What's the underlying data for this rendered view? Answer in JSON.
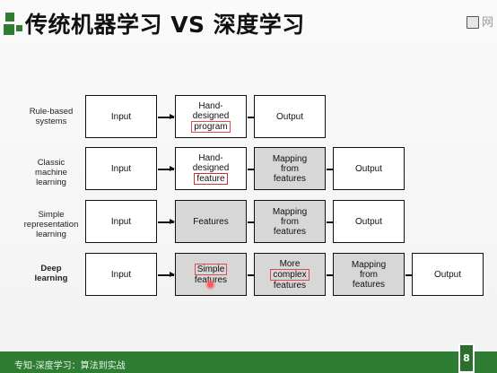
{
  "header": {
    "title": "传统机器学习 VS 深度学习",
    "top_right_char": "网"
  },
  "diagram": {
    "rows": [
      {
        "label": "Rule-based\nsystems",
        "boxes": [
          "Input",
          "Hand-\ndesigned\nprogram",
          "Output"
        ]
      },
      {
        "label": "Classic\nmachine\nlearning",
        "boxes": [
          "Input",
          "Hand-\ndesigned\nfeature",
          "Mapping\nfrom\nfeatures",
          "Output"
        ]
      },
      {
        "label": "Simple\nrepresentation\nlearning",
        "boxes": [
          "Input",
          "Features",
          "Mapping\nfrom\nfeatures",
          "Output"
        ]
      },
      {
        "label": "Deep\nlearning",
        "boxes": [
          "Input",
          "Simple\nfeatures",
          "More\ncomplex\nfeatures",
          "Mapping\nfrom\nfeatures",
          "Output"
        ]
      }
    ]
  },
  "footer": {
    "text": "专知-深度学习：算法到实战",
    "page_number": "8"
  },
  "colors": {
    "brand_green": "#2e7d32",
    "highlight_red": "#e04b4b",
    "box_gray": "#d7d7d7"
  }
}
